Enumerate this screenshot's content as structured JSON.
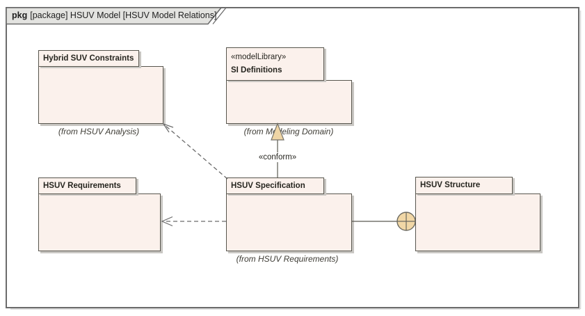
{
  "frame": {
    "kind_keyword": "pkg",
    "title_rest": "[package] HSUV Model [HSUV Model Relations]"
  },
  "packages": [
    {
      "name": "Hybrid SUV Constraints",
      "caption": "(from HSUV Analysis)"
    },
    {
      "stereotype": "«modelLibrary»",
      "name": "SI Definitions",
      "caption": "(from Modeling Domain)"
    },
    {
      "name": "HSUV Requirements"
    },
    {
      "name": "HSUV Specification",
      "caption": "(from HSUV Requirements)"
    },
    {
      "name": "HSUV Structure"
    }
  ],
  "connectors": {
    "conform_label": "«conform»"
  },
  "colors": {
    "package_fill": "#FBF1EC",
    "package_border": "#57554D",
    "shadow": "#C9C7C3",
    "frame_border": "#6B6B6B",
    "frame_tab_fill": "#E3E3E0",
    "connector_line": "#6A6A6A",
    "conform_triangle_fill": "#EFD5A5",
    "containment_circle_fill": "#F1D7A6"
  }
}
